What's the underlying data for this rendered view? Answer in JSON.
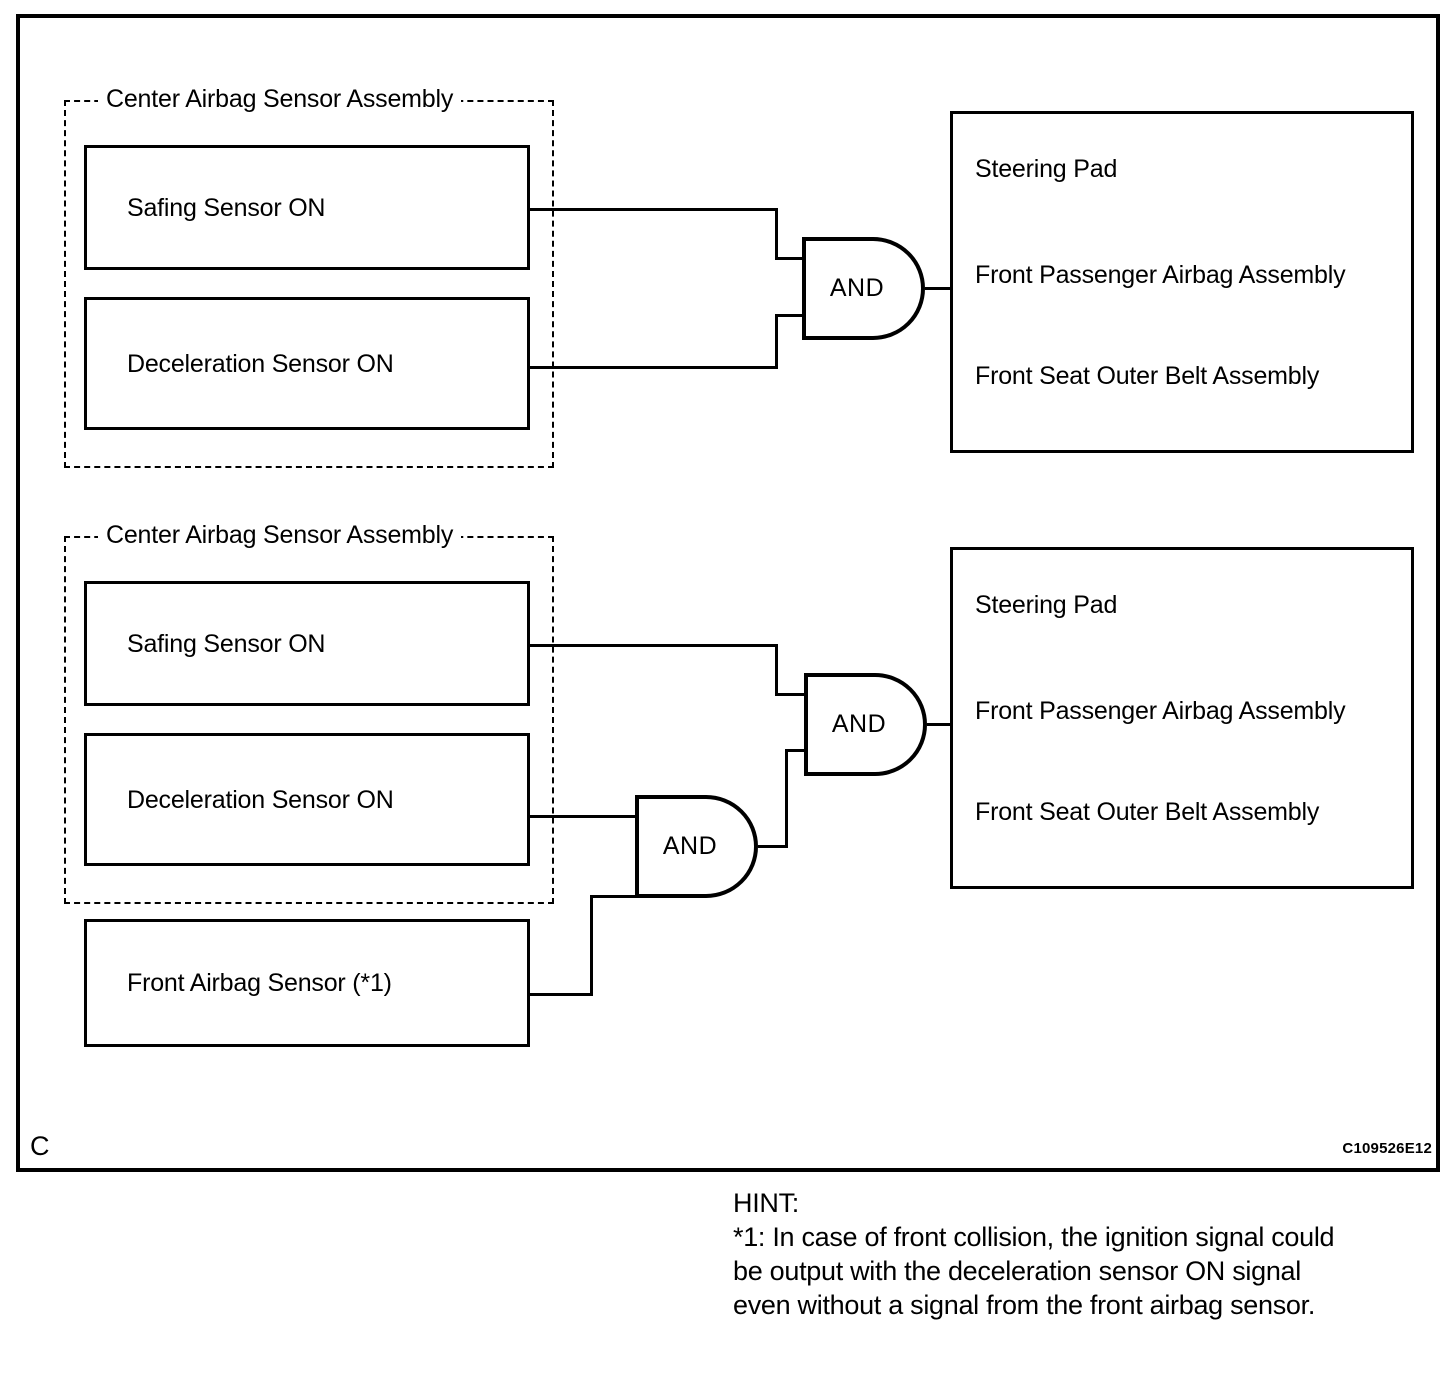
{
  "figure": {
    "corner_letter": "C",
    "code": "C109526E12"
  },
  "sections": [
    {
      "group_label": "Center Airbag Sensor Assembly",
      "inputs": [
        {
          "label": "Safing Sensor ON"
        },
        {
          "label": "Deceleration Sensor ON"
        }
      ],
      "gates": [
        {
          "label": "AND"
        }
      ],
      "outputs": [
        "Steering Pad",
        "Front Passenger Airbag Assembly",
        "Front Seat Outer Belt Assembly"
      ]
    },
    {
      "group_label": "Center Airbag Sensor Assembly",
      "inputs": [
        {
          "label": "Safing Sensor ON"
        },
        {
          "label": "Deceleration Sensor ON"
        },
        {
          "label": "Front Airbag Sensor (*1)"
        }
      ],
      "gates": [
        {
          "label": "AND"
        },
        {
          "label": "AND"
        }
      ],
      "outputs": [
        "Steering Pad",
        "Front Passenger Airbag Assembly",
        "Front Seat Outer Belt Assembly"
      ]
    }
  ],
  "hint": {
    "title": "HINT:",
    "lines": [
      "*1: In case of front collision, the ignition signal could",
      "be output with the deceleration sensor ON signal",
      "even without a signal from the front airbag sensor."
    ]
  }
}
